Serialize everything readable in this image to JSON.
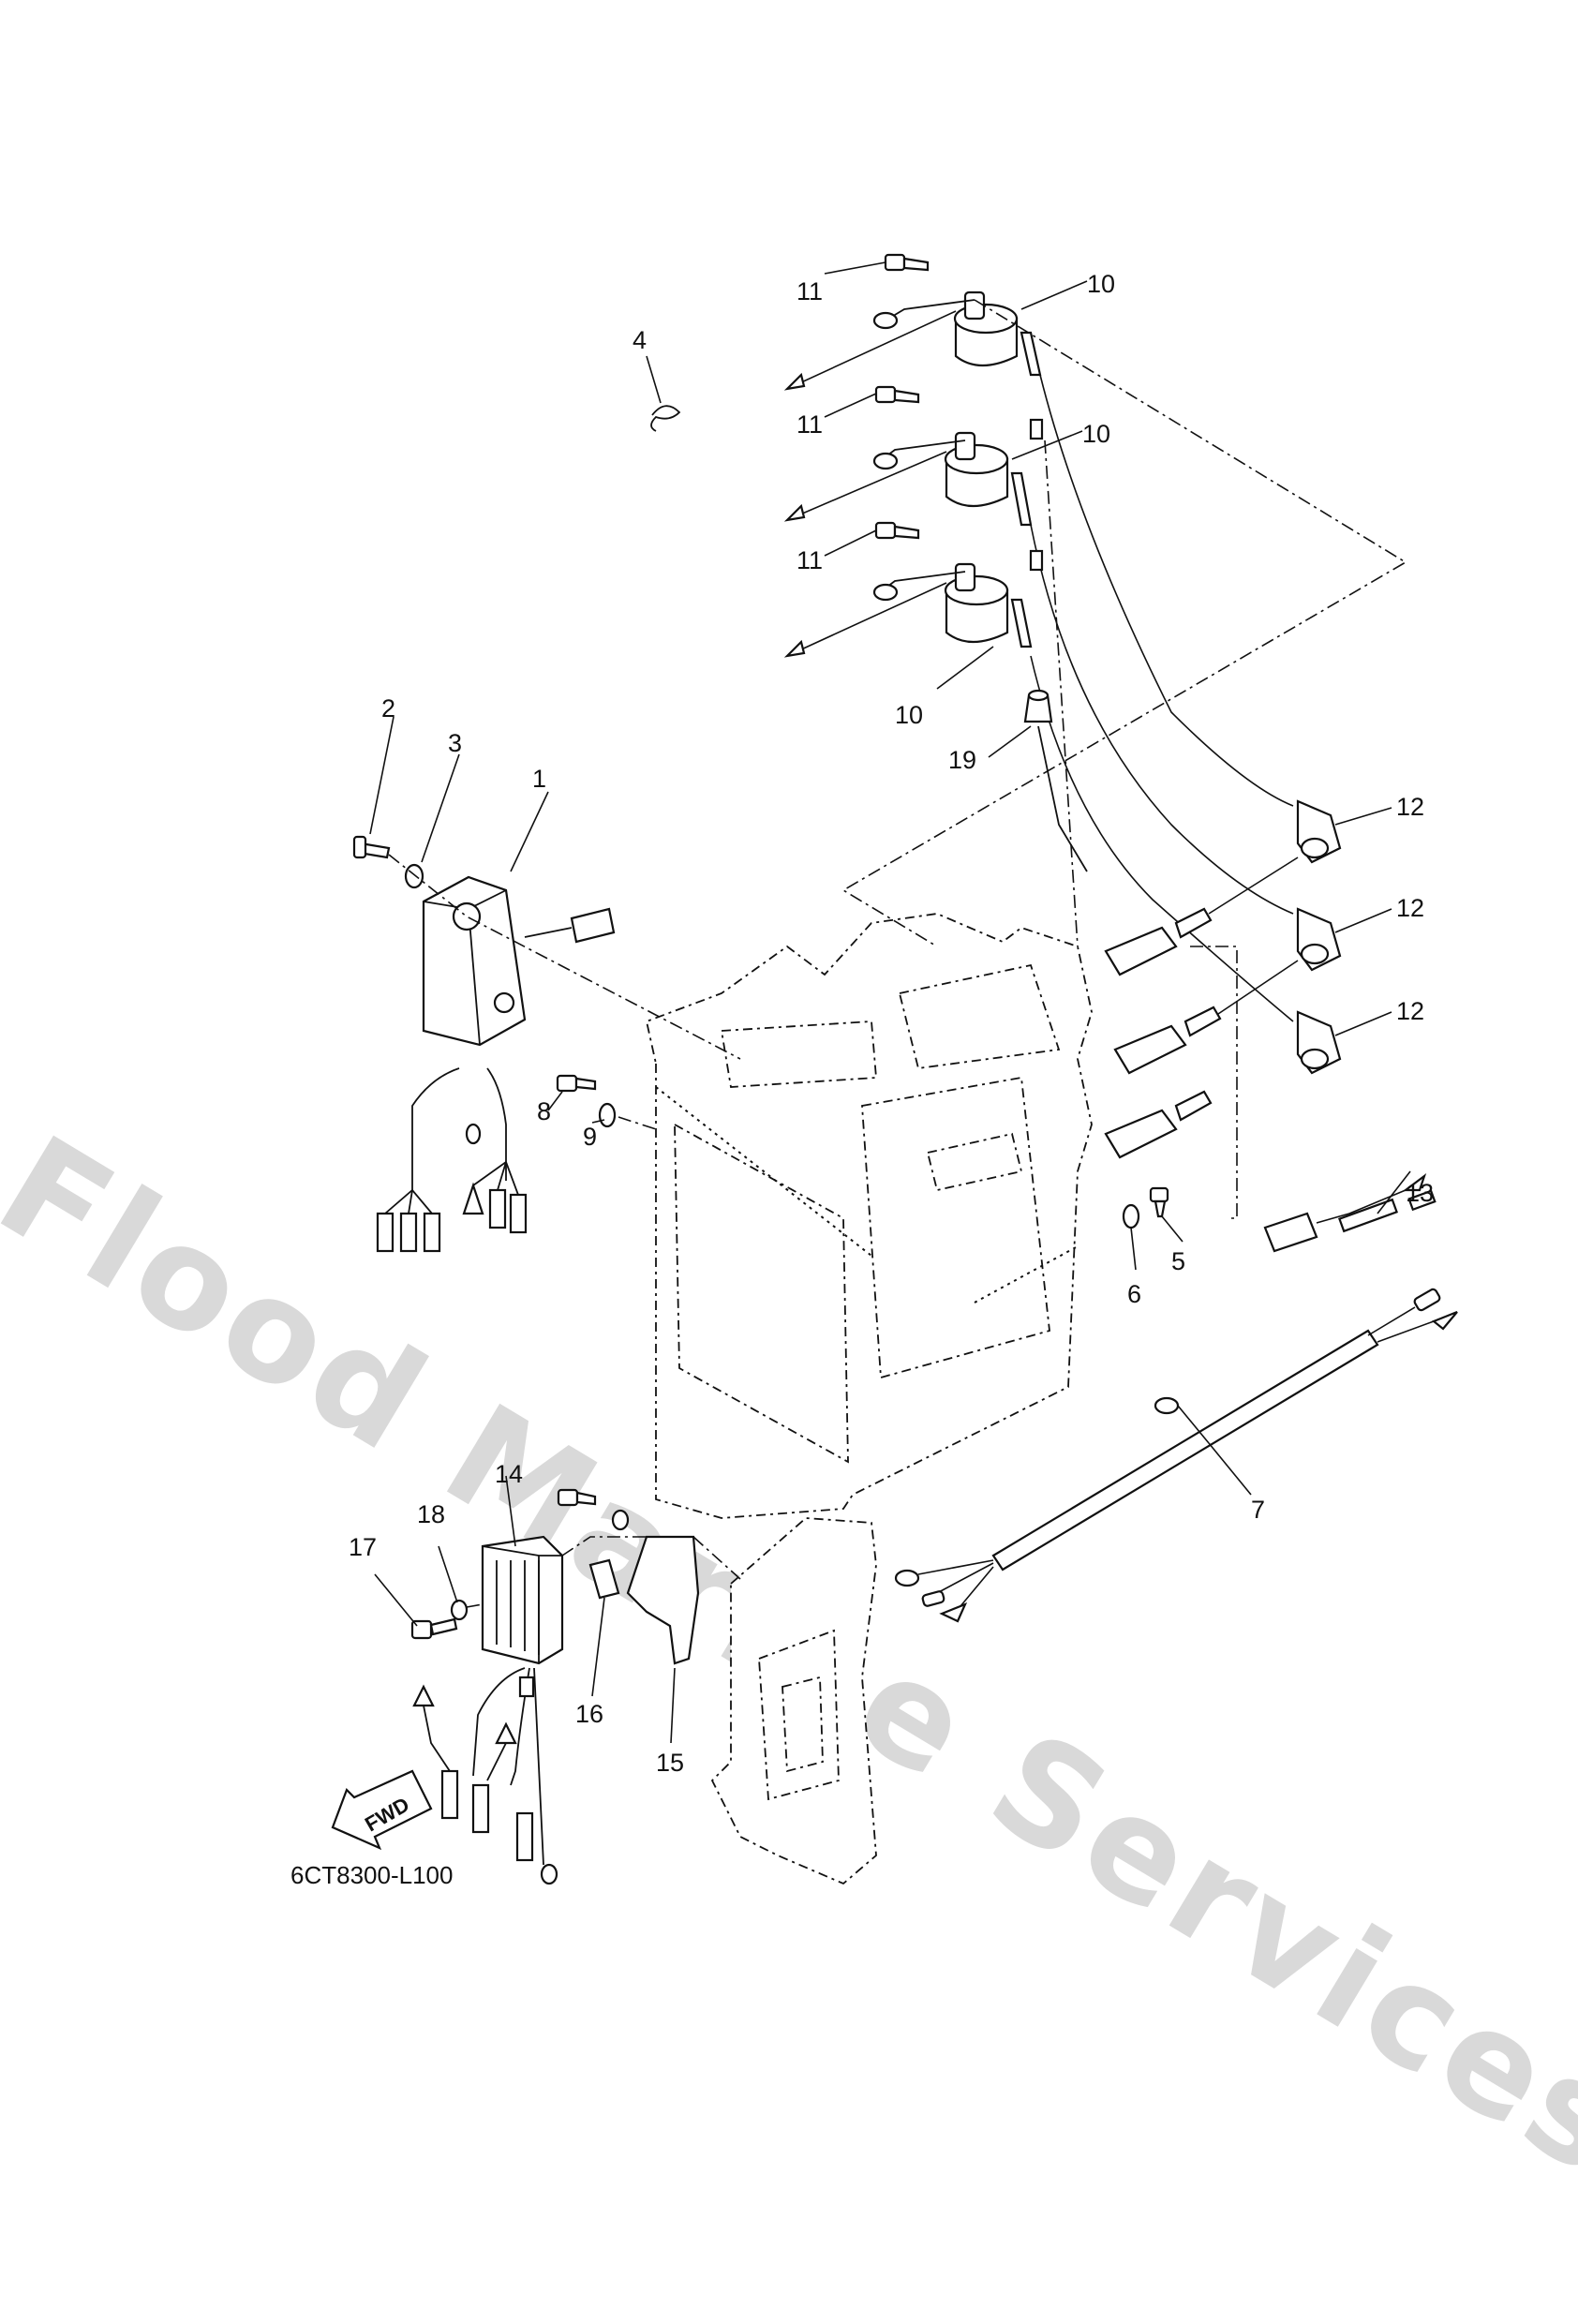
{
  "watermark": "Flood Marine Services",
  "drawing_code": "6CT8300-L100",
  "fwd_label": "FWD",
  "callouts": [
    "1",
    "2",
    "3",
    "4",
    "5",
    "6",
    "7",
    "8",
    "9",
    "10",
    "10",
    "10",
    "11",
    "11",
    "11",
    "12",
    "12",
    "12",
    "13",
    "14",
    "15",
    "16",
    "17",
    "18",
    "19"
  ]
}
